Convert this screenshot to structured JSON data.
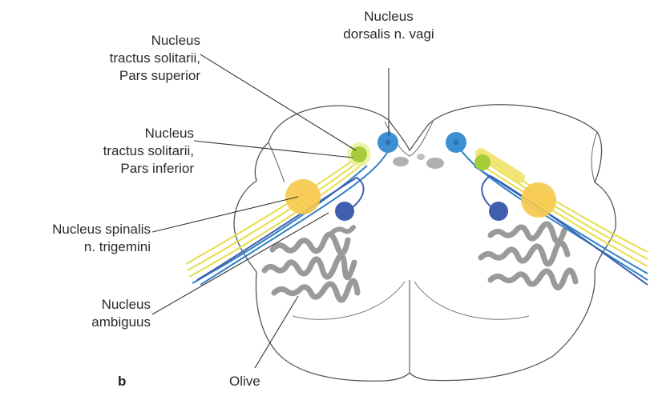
{
  "labels": {
    "dorsalis": [
      "Nucleus",
      "dorsalis n. vagi"
    ],
    "solitarii_superior": [
      "Nucleus",
      "tractus solitarii,",
      "Pars superior"
    ],
    "solitarii_inferior": [
      "Nucleus",
      "tractus solitarii,",
      "Pars inferior"
    ],
    "trigemini": [
      "Nucleus spinalis",
      "n. trigemini"
    ],
    "ambiguus": [
      "Nucleus",
      "ambiguus"
    ],
    "olive": "Olive"
  },
  "panel_letter": "b",
  "colors": {
    "blue_nucleus": "#3d8fd4",
    "dark_blue_nucleus": "#3f5fae",
    "green_nucleus": "#a6cc3a",
    "yellow_nucleus": "#f6c94a",
    "fiber_blue": "#2f80c6",
    "fiber_yellow": "#e6de4a",
    "olive_gray": "#9a9a9a",
    "outline": "#555555"
  }
}
